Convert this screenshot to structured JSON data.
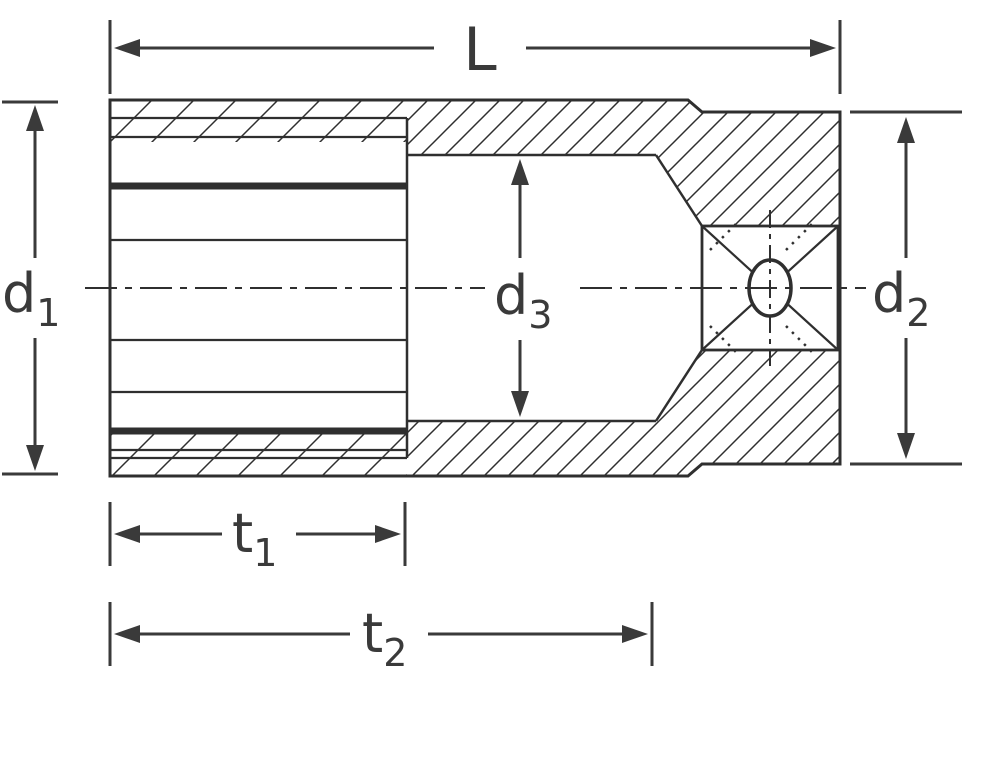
{
  "diagram": {
    "type": "technical-drawing",
    "colors": {
      "line": "#2f2f2f",
      "dimension": "#3a3a3a",
      "background": "#ffffff"
    },
    "dimensions": {
      "L": {
        "main": "L",
        "sub": ""
      },
      "d1": {
        "main": "d",
        "sub": "1"
      },
      "d2": {
        "main": "d",
        "sub": "2"
      },
      "d3": {
        "main": "d",
        "sub": "3"
      },
      "t1": {
        "main": "t",
        "sub": "1"
      },
      "t2": {
        "main": "t",
        "sub": "2"
      }
    }
  }
}
